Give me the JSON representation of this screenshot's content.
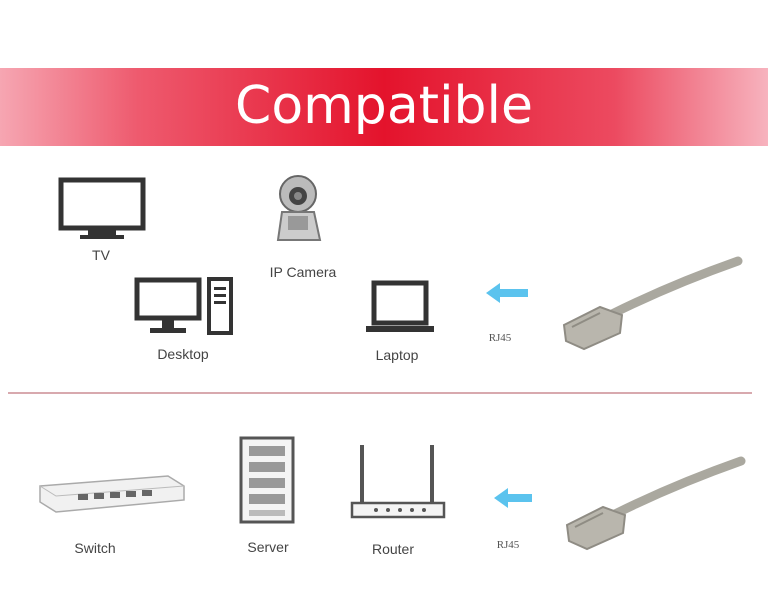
{
  "banner": {
    "title": "Compatible",
    "color": "#e4132c"
  },
  "top_devices": [
    {
      "label": "TV",
      "icon": "tv-icon"
    },
    {
      "label": "IP Camera",
      "icon": "ip-camera-icon"
    },
    {
      "label": "Desktop",
      "icon": "desktop-icon"
    },
    {
      "label": "Laptop",
      "icon": "laptop-icon"
    }
  ],
  "bottom_devices": [
    {
      "label": "Switch",
      "icon": "switch-icon"
    },
    {
      "label": "Server",
      "icon": "server-icon"
    },
    {
      "label": "Router",
      "icon": "router-icon"
    }
  ],
  "connector": {
    "label": "RJ45",
    "arrow_color": "#5bc3ee"
  }
}
